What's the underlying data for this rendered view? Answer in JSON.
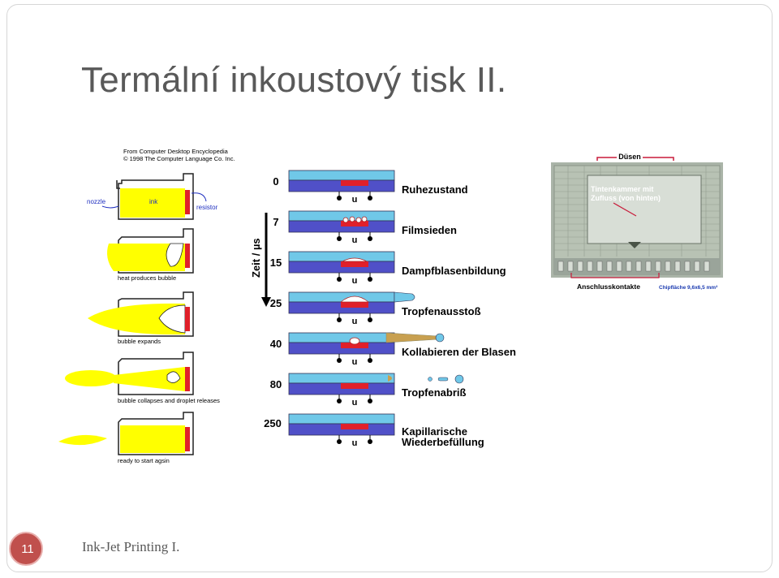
{
  "slide": {
    "title": "Termální inkoustový tisk II.",
    "footer": "Ink-Jet Printing I.",
    "page_number": "11",
    "accent_color": "#c0504d"
  },
  "left_figure": {
    "credit_line_1": "From Computer Desktop Encyclopedia",
    "credit_line_2": "© 1998 The Computer Language Co. Inc.",
    "label_nozzle": "nozzle",
    "label_ink": "ink",
    "label_resistor": "resistor",
    "caption_2": "heat produces bubble",
    "caption_3": "bubble expands",
    "caption_4": "bubble collapses and droplet releases",
    "caption_5": "ready to start agsin",
    "ink_color": "#ffff00",
    "resistor_color": "#e0202a"
  },
  "middle_figure": {
    "axis_label": "Zeit / µs",
    "steps": [
      {
        "time": "0",
        "label": "Ruhezustand",
        "label2": ""
      },
      {
        "time": "7",
        "label": "Filmsieden",
        "label2": ""
      },
      {
        "time": "15",
        "label": "Dampfblasenbildung",
        "label2": ""
      },
      {
        "time": "25",
        "label": "Tropfenausstoß",
        "label2": ""
      },
      {
        "time": "40",
        "label": "Kollabieren der Blasen",
        "label2": ""
      },
      {
        "time": "80",
        "label": "Tropfenabriß",
        "label2": ""
      },
      {
        "time": "250",
        "label": "Kapillarische",
        "label2": "Wiederbefüllung"
      }
    ],
    "voltage_symbol": "u",
    "channel_color": "#70c8e8",
    "substrate_color": "#5050c8"
  },
  "right_photo": {
    "label_top": "Düsen",
    "label_chamber_1": "Tintenkammer mit",
    "label_chamber_2": "Zufluss (von hinten)",
    "label_contacts": "Anschlusskontakte",
    "label_chip": "Chipfläche 9,6x6,5 mm²"
  }
}
